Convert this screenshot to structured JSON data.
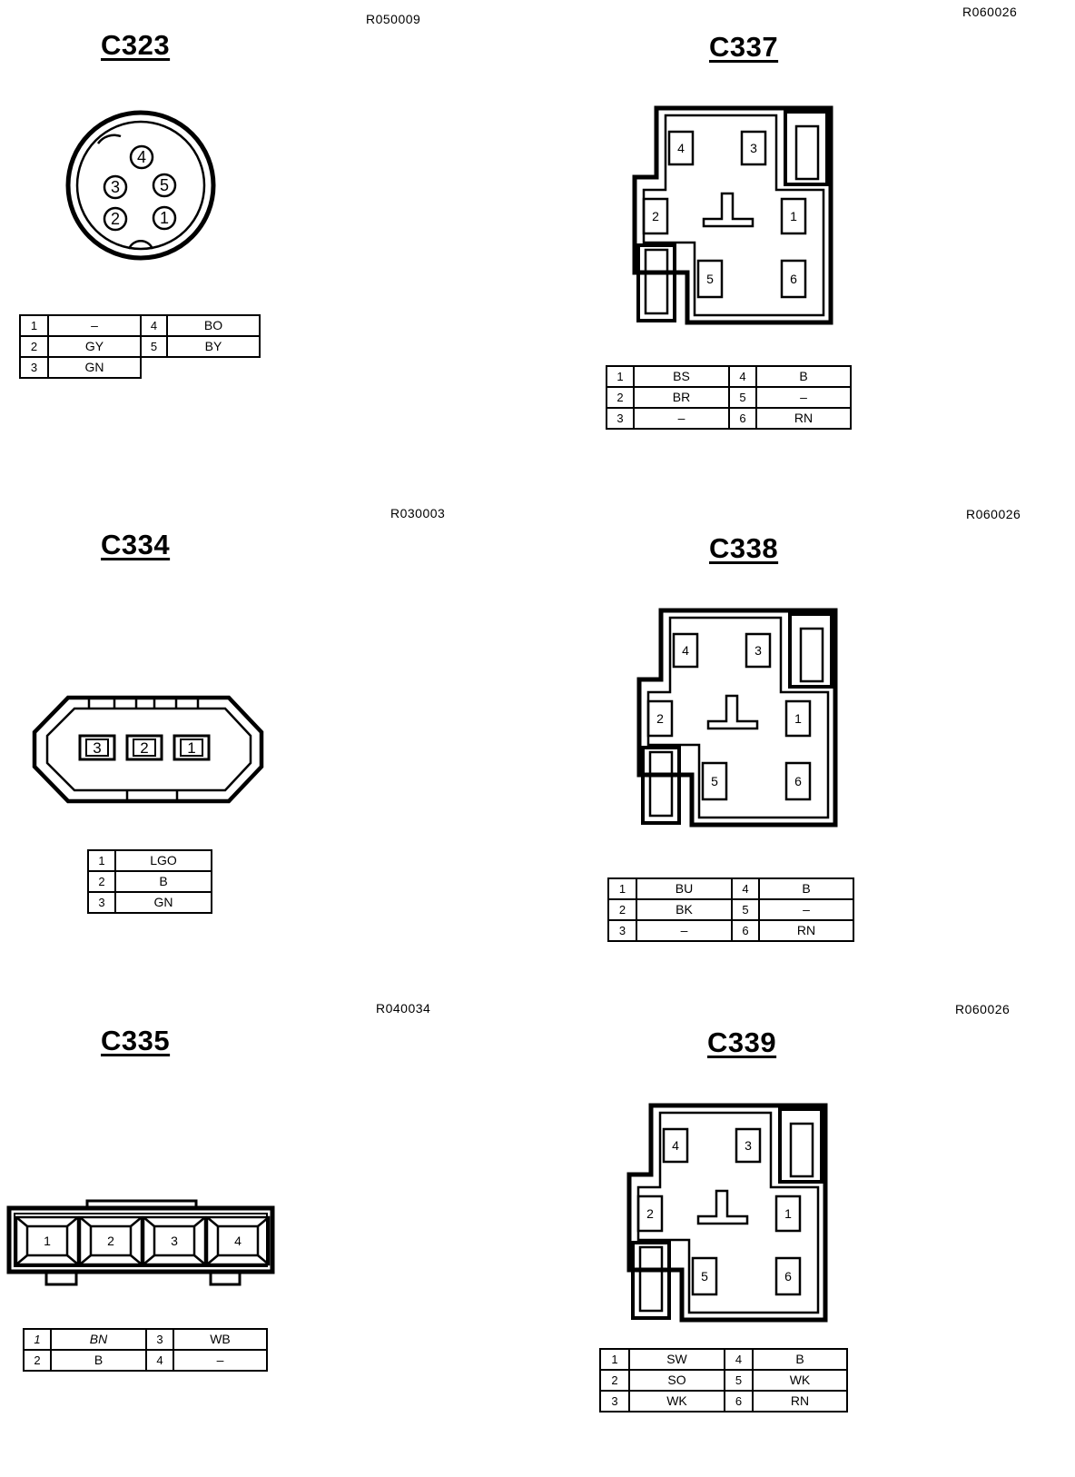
{
  "connectors": [
    {
      "id": "c323",
      "title": "C323",
      "ref": "R050009",
      "pins": [
        "4",
        "3",
        "5",
        "2",
        "1"
      ],
      "rows": [
        [
          "1",
          "–",
          "4",
          "BO"
        ],
        [
          "2",
          "GY",
          "5",
          "BY"
        ],
        [
          "3",
          "GN",
          "",
          ""
        ]
      ]
    },
    {
      "id": "c337",
      "title": "C337",
      "ref": "R060026",
      "pins": [
        "4",
        "3",
        "2",
        "1",
        "5",
        "6"
      ],
      "rows": [
        [
          "1",
          "BS",
          "4",
          "B"
        ],
        [
          "2",
          "BR",
          "5",
          "–"
        ],
        [
          "3",
          "–",
          "6",
          "RN"
        ]
      ]
    },
    {
      "id": "c334",
      "title": "C334",
      "ref": "R030003",
      "pins": [
        "3",
        "2",
        "1"
      ],
      "rows": [
        [
          "1",
          "LGO"
        ],
        [
          "2",
          "B"
        ],
        [
          "3",
          "GN"
        ]
      ]
    },
    {
      "id": "c338",
      "title": "C338",
      "ref": "R060026",
      "pins": [
        "4",
        "3",
        "2",
        "1",
        "5",
        "6"
      ],
      "rows": [
        [
          "1",
          "BU",
          "4",
          "B"
        ],
        [
          "2",
          "BK",
          "5",
          "–"
        ],
        [
          "3",
          "–",
          "6",
          "RN"
        ]
      ]
    },
    {
      "id": "c335",
      "title": "C335",
      "ref": "R040034",
      "pins": [
        "1",
        "2",
        "3",
        "4"
      ],
      "rows": [
        [
          "1",
          "BN",
          "3",
          "WB"
        ],
        [
          "2",
          "B",
          "4",
          "–"
        ]
      ]
    },
    {
      "id": "c339",
      "title": "C339",
      "ref": "R060026",
      "pins": [
        "4",
        "3",
        "2",
        "1",
        "5",
        "6"
      ],
      "rows": [
        [
          "1",
          "SW",
          "4",
          "B"
        ],
        [
          "2",
          "SO",
          "5",
          "WK"
        ],
        [
          "3",
          "WK",
          "6",
          "RN"
        ]
      ]
    }
  ]
}
